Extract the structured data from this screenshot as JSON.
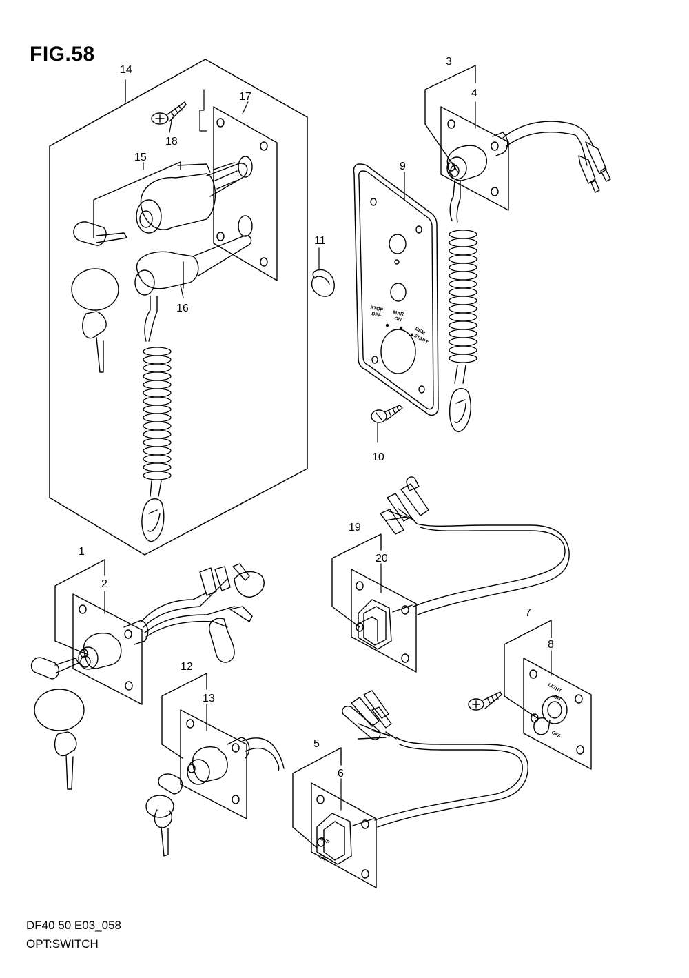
{
  "figure": {
    "title": "FIG.58"
  },
  "footer": {
    "code": "DF40 50 E03_058",
    "name": "OPT:SWITCH"
  },
  "callouts": [
    "1",
    "2",
    "3",
    "4",
    "5",
    "6",
    "7",
    "8",
    "9",
    "10",
    "11",
    "12",
    "13",
    "14",
    "15",
    "16",
    "17",
    "18",
    "19",
    "20"
  ],
  "panel_labels": {
    "stop": "STOP",
    "def": "DEF",
    "mar": "MAR",
    "on": "ON",
    "dem": "DEM",
    "start": "START",
    "light": "LIGHT",
    "off": "OFF"
  }
}
